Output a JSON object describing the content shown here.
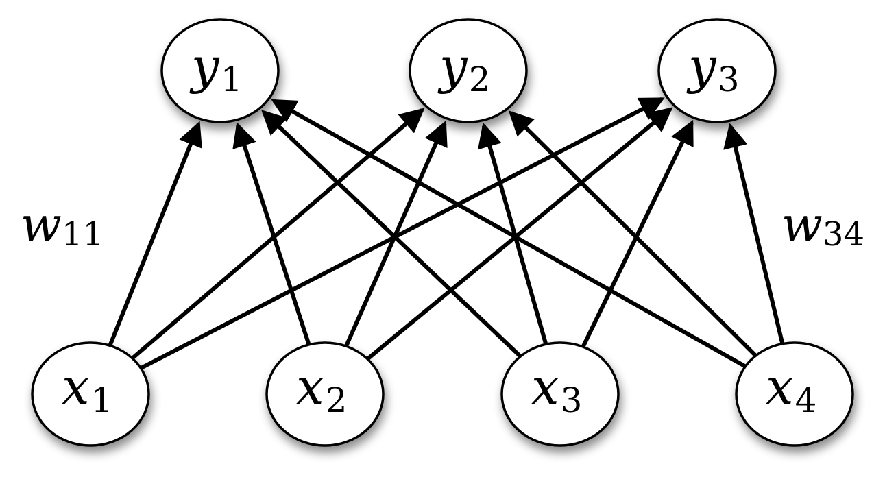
{
  "nodes": {
    "outputs": [
      {
        "id": "y1",
        "var": "y",
        "sub": "1"
      },
      {
        "id": "y2",
        "var": "y",
        "sub": "2"
      },
      {
        "id": "y3",
        "var": "y",
        "sub": "3"
      }
    ],
    "inputs": [
      {
        "id": "x1",
        "var": "x",
        "sub": "1"
      },
      {
        "id": "x2",
        "var": "x",
        "sub": "2"
      },
      {
        "id": "x3",
        "var": "x",
        "sub": "3"
      },
      {
        "id": "x4",
        "var": "x",
        "sub": "4"
      }
    ]
  },
  "edges": [
    {
      "from": "x1",
      "to": "y1"
    },
    {
      "from": "x1",
      "to": "y2"
    },
    {
      "from": "x1",
      "to": "y3"
    },
    {
      "from": "x2",
      "to": "y1"
    },
    {
      "from": "x2",
      "to": "y2"
    },
    {
      "from": "x2",
      "to": "y3"
    },
    {
      "from": "x3",
      "to": "y1"
    },
    {
      "from": "x3",
      "to": "y2"
    },
    {
      "from": "x3",
      "to": "y3"
    },
    {
      "from": "x4",
      "to": "y1"
    },
    {
      "from": "x4",
      "to": "y2"
    },
    {
      "from": "x4",
      "to": "y3"
    }
  ],
  "weight_labels": {
    "left": {
      "var": "w",
      "sub": "11"
    },
    "right": {
      "var": "w",
      "sub": "34"
    }
  },
  "colors": {
    "stroke": "#000000",
    "fill": "#ffffff"
  }
}
